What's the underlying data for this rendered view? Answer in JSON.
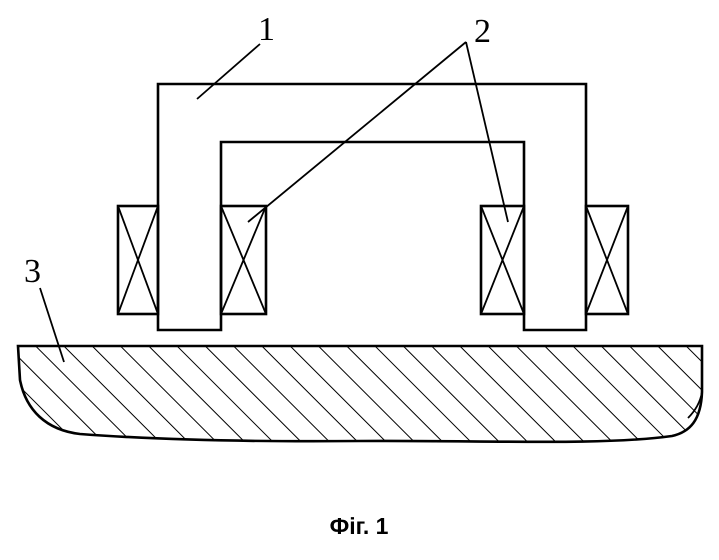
{
  "labels": {
    "core": "1",
    "windings": "2",
    "plate": "3"
  },
  "caption": "Фіг. 1",
  "colors": {
    "ink": "#000000",
    "background": "#ffffff"
  }
}
